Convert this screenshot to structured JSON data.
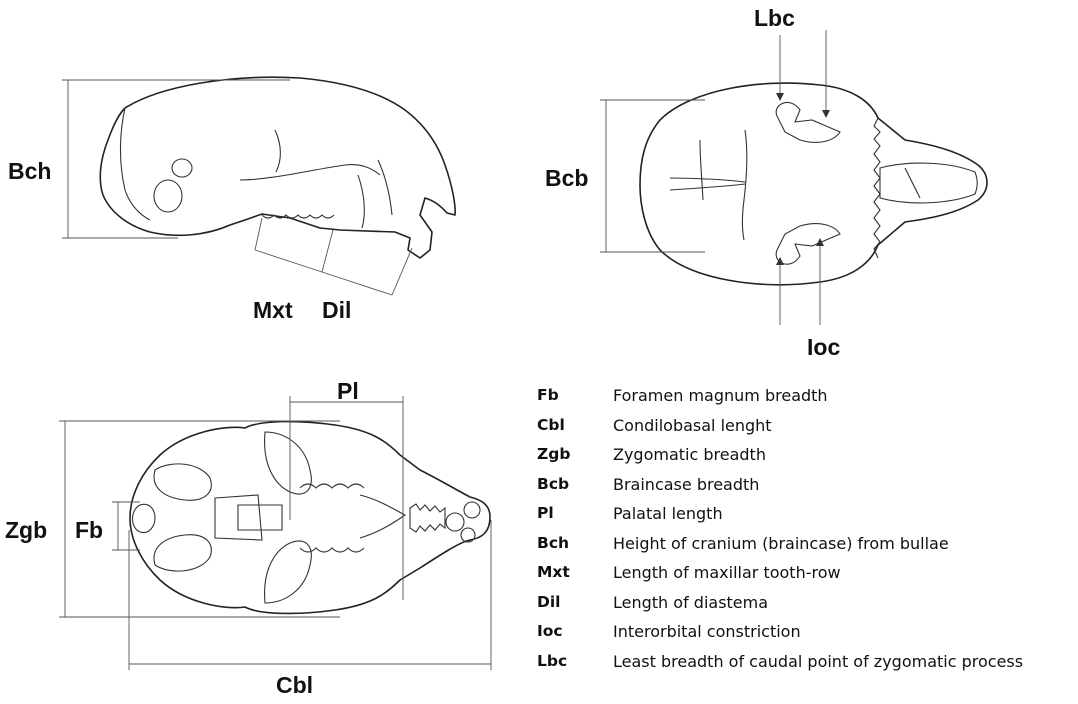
{
  "labels": {
    "bch": "Bch",
    "mxt": "Mxt",
    "dil": "Dil",
    "lbc": "Lbc",
    "bcb": "Bcb",
    "ioc": "Ioc",
    "pl": "Pl",
    "zgb": "Zgb",
    "fb": "Fb",
    "cbl": "Cbl"
  },
  "legend": [
    {
      "abbr": "Fb",
      "desc": "Foramen magnum breadth"
    },
    {
      "abbr": "Cbl",
      "desc": "Condilobasal lenght"
    },
    {
      "abbr": "Zgb",
      "desc": "Zygomatic breadth"
    },
    {
      "abbr": "Bcb",
      "desc": "Braincase breadth"
    },
    {
      "abbr": "Pl",
      "desc": "Palatal length"
    },
    {
      "abbr": "Bch",
      "desc": "Height of cranium (braincase) from bullae"
    },
    {
      "abbr": "Mxt",
      "desc": "Length of maxillar tooth-row"
    },
    {
      "abbr": "Dil",
      "desc": "Length of diastema"
    },
    {
      "abbr": "Ioc",
      "desc": "Interorbital constriction"
    },
    {
      "abbr": "Lbc",
      "desc": "Least breadth of caudal point of zygomatic process"
    }
  ]
}
